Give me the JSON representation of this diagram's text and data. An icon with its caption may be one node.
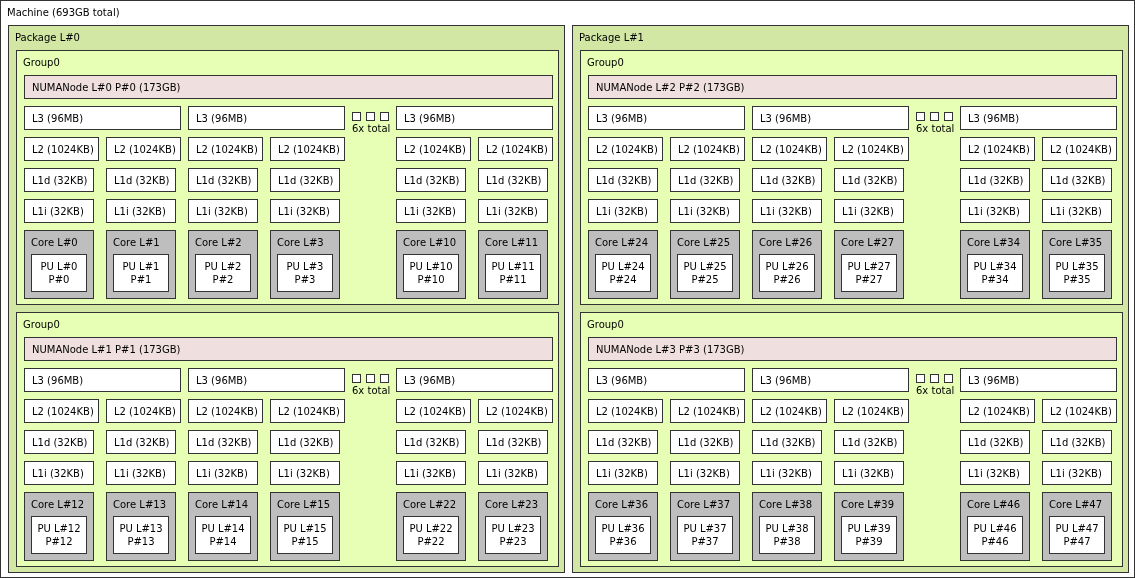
{
  "diagram": {
    "nodes": [
      {
        "text": [
          "Machine (693GB total)"
        ]
      },
      {
        "text": [
          "Package L#0"
        ],
        "in": 0
      },
      {
        "text": [
          "Group0"
        ],
        "in": 1
      },
      {
        "text": [
          "NUMANode L#0 P#0 (173GB)"
        ],
        "in": 2
      },
      {
        "text": [
          "L3 (96MB)"
        ],
        "in": 2
      },
      {
        "text": [
          "L3 (96MB)"
        ],
        "in": 2
      },
      {
        "text": [],
        "shape": "box",
        "in": 2
      },
      {
        "text": [],
        "shape": "box",
        "in": 2
      },
      {
        "text": [],
        "shape": "box",
        "in": 2
      },
      {
        "text": [
          "L3 (96MB)"
        ],
        "in": 2
      },
      {
        "text": [
          "L2 (1024KB)"
        ],
        "in": 2
      },
      {
        "text": [
          "L2 (1024KB)"
        ],
        "in": 2
      },
      {
        "text": [
          "L2 (1024KB)"
        ],
        "in": 2
      },
      {
        "text": [
          "L2 (1024KB)"
        ],
        "in": 2
      },
      {
        "text": [
          "L2 (1024KB)"
        ],
        "in": 2
      },
      {
        "text": [
          "L2 (1024KB)"
        ],
        "in": 2
      },
      {
        "text": [
          "L1d (32KB)"
        ],
        "in": 2
      },
      {
        "text": [
          "L1d (32KB)"
        ],
        "in": 2
      },
      {
        "text": [
          "L1d (32KB)"
        ],
        "in": 2
      },
      {
        "text": [
          "L1d (32KB)"
        ],
        "in": 2
      },
      {
        "text": [
          "L1d (32KB)"
        ],
        "in": 2
      },
      {
        "text": [
          "L1d (32KB)"
        ],
        "in": 2
      },
      {
        "text": [
          "L1i (32KB)"
        ],
        "in": 2
      },
      {
        "text": [
          "L1i (32KB)"
        ],
        "in": 2
      },
      {
        "text": [
          "L1i (32KB)"
        ],
        "in": 2
      },
      {
        "text": [
          "L1i (32KB)"
        ],
        "in": 2
      },
      {
        "text": [
          "L1i (32KB)"
        ],
        "in": 2
      },
      {
        "text": [
          "L1i (32KB)"
        ],
        "in": 2
      },
      {
        "text": [
          "Core L#0"
        ],
        "in": 2
      },
      {
        "text": [
          "PU L#0 P#0"
        ],
        "in": 28
      },
      {
        "text": [
          "Core L#1"
        ],
        "in": 2
      },
      {
        "text": [
          "PU L#1 P#1"
        ],
        "in": 30
      },
      {
        "text": [
          "Core L#2"
        ],
        "in": 2
      },
      {
        "text": [
          "PU L#2 P#2"
        ],
        "in": 32
      },
      {
        "text": [
          "Core L#3"
        ],
        "in": 2
      },
      {
        "text": [
          "PU L#3 P#3"
        ],
        "in": 34
      },
      {
        "text": [
          "Core L#10"
        ],
        "in": 2
      },
      {
        "text": [
          "PU L#10 P#10"
        ],
        "in": 36
      },
      {
        "text": [
          "Core L#11"
        ],
        "in": 2
      },
      {
        "text": [
          "PU L#11 P#11"
        ],
        "in": 38
      },
      {
        "text": [
          "Group0"
        ],
        "in": 1
      },
      {
        "text": [
          "NUMANode L#1 P#1 (173GB)"
        ],
        "in": 40
      },
      {
        "text": [
          "L3 (96MB)"
        ],
        "in": 40
      },
      {
        "text": [
          "L3 (96MB)"
        ],
        "in": 40
      },
      {
        "text": [],
        "shape": "box",
        "in": 40
      },
      {
        "text": [],
        "shape": "box",
        "in": 40
      },
      {
        "text": [],
        "shape": "box",
        "in": 40
      },
      {
        "text": [
          "L3 (96MB)"
        ],
        "in": 40
      },
      {
        "text": [
          "L2 (1024KB)"
        ],
        "in": 40
      },
      {
        "text": [
          "L2 (1024KB)"
        ],
        "in": 40
      },
      {
        "text": [
          "L2 (1024KB)"
        ],
        "in": 40
      },
      {
        "text": [
          "L2 (1024KB)"
        ],
        "in": 40
      },
      {
        "text": [
          "L2 (1024KB)"
        ],
        "in": 40
      },
      {
        "text": [
          "L2 (1024KB)"
        ],
        "in": 40
      },
      {
        "text": [
          "L1d (32KB)"
        ],
        "in": 40
      },
      {
        "text": [
          "L1d (32KB)"
        ],
        "in": 40
      },
      {
        "text": [
          "L1d (32KB)"
        ],
        "in": 40
      },
      {
        "text": [
          "L1d (32KB)"
        ],
        "in": 40
      },
      {
        "text": [
          "L1d (32KB)"
        ],
        "in": 40
      },
      {
        "text": [
          "L1d (32KB)"
        ],
        "in": 40
      },
      {
        "text": [
          "L1i (32KB)"
        ],
        "in": 40
      },
      {
        "text": [
          "L1i (32KB)"
        ],
        "in": 40
      },
      {
        "text": [
          "L1i (32KB)"
        ],
        "in": 40
      },
      {
        "text": [
          "L1i (32KB)"
        ],
        "in": 40
      },
      {
        "text": [
          "L1i (32KB)"
        ],
        "in": 40
      },
      {
        "text": [
          "L1i (32KB)"
        ],
        "in": 40
      },
      {
        "text": [
          "Core L#12"
        ],
        "in": 40
      },
      {
        "text": [
          "PU L#12 P#12"
        ],
        "in": 66
      },
      {
        "text": [
          "Core L#13"
        ],
        "in": 40
      },
      {
        "text": [
          "PU L#13 P#13"
        ],
        "in": 68
      },
      {
        "text": [
          "Core L#14"
        ],
        "in": 40
      },
      {
        "text": [
          "PU L#14 P#14"
        ],
        "in": 70
      },
      {
        "text": [
          "Core L#15"
        ],
        "in": 40
      },
      {
        "text": [
          "PU L#15 P#15"
        ],
        "in": 72
      },
      {
        "text": [
          "Core L#22"
        ],
        "in": 40
      },
      {
        "text": [
          "PU L#22 P#22"
        ],
        "in": 74
      },
      {
        "text": [
          "Core L#23"
        ],
        "in": 40
      },
      {
        "text": [
          "PU L#23 P#23"
        ],
        "in": 76
      },
      {
        "text": [
          "Package L#1"
        ],
        "in": 0
      },
      {
        "text": [
          "Group0"
        ],
        "in": 78
      },
      {
        "text": [
          "NUMANode L#2 P#2 (173GB)"
        ],
        "in": 79
      },
      {
        "text": [
          "L3 (96MB)"
        ],
        "in": 79
      },
      {
        "text": [
          "L3 (96MB)"
        ],
        "in": 79
      },
      {
        "text": [],
        "shape": "box",
        "in": 79
      },
      {
        "text": [],
        "shape": "box",
        "in": 79
      },
      {
        "text": [],
        "shape": "box",
        "in": 79
      },
      {
        "text": [
          "L3 (96MB)"
        ],
        "in": 79
      },
      {
        "text": [
          "L2 (1024KB)"
        ],
        "in": 79
      },
      {
        "text": [
          "L2 (1024KB)"
        ],
        "in": 79
      },
      {
        "text": [
          "L2 (1024KB)"
        ],
        "in": 79
      },
      {
        "text": [
          "L2 (1024KB)"
        ],
        "in": 79
      },
      {
        "text": [
          "L2 (1024KB)"
        ],
        "in": 79
      },
      {
        "text": [
          "L2 (1024KB)"
        ],
        "in": 79
      },
      {
        "text": [
          "L1d (32KB)"
        ],
        "in": 79
      },
      {
        "text": [
          "L1d (32KB)"
        ],
        "in": 79
      },
      {
        "text": [
          "L1d (32KB)"
        ],
        "in": 79
      },
      {
        "text": [
          "L1d (32KB)"
        ],
        "in": 79
      },
      {
        "text": [
          "L1d (32KB)"
        ],
        "in": 79
      },
      {
        "text": [
          "L1d (32KB)"
        ],
        "in": 79
      },
      {
        "text": [
          "L1i (32KB)"
        ],
        "in": 79
      },
      {
        "text": [
          "L1i (32KB)"
        ],
        "in": 79
      },
      {
        "text": [
          "L1i (32KB)"
        ],
        "in": 79
      },
      {
        "text": [
          "L1i (32KB)"
        ],
        "in": 79
      },
      {
        "text": [
          "L1i (32KB)"
        ],
        "in": 79
      },
      {
        "text": [
          "L1i (32KB)"
        ],
        "in": 79
      },
      {
        "text": [
          "Core L#24"
        ],
        "in": 79
      },
      {
        "text": [
          "PU L#24 P#24"
        ],
        "in": 105
      },
      {
        "text": [
          "Core L#25"
        ],
        "in": 79
      },
      {
        "text": [
          "PU L#25 P#25"
        ],
        "in": 107
      },
      {
        "text": [
          "Core L#26"
        ],
        "in": 79
      },
      {
        "text": [
          "PU L#26 P#26"
        ],
        "in": 109
      },
      {
        "text": [
          "Core L#27"
        ],
        "in": 79
      },
      {
        "text": [
          "PU L#27 P#27"
        ],
        "in": 111
      },
      {
        "text": [
          "Core L#34"
        ],
        "in": 79
      },
      {
        "text": [
          "PU L#34 P#34"
        ],
        "in": 113
      },
      {
        "text": [
          "Core L#35"
        ],
        "in": 79
      },
      {
        "text": [
          "PU L#35 P#35"
        ],
        "in": 115
      },
      {
        "text": [
          "Group0"
        ],
        "in": 78
      },
      {
        "text": [
          "NUMANode L#3 P#3 (173GB)"
        ],
        "in": 117
      },
      {
        "text": [
          "L3 (96MB)"
        ],
        "in": 117
      },
      {
        "text": [
          "L3 (96MB)"
        ],
        "in": 117
      },
      {
        "text": [],
        "shape": "box",
        "in": 117
      },
      {
        "text": [],
        "shape": "box",
        "in": 117
      },
      {
        "text": [],
        "shape": "box",
        "in": 117
      },
      {
        "text": [
          "L3 (96MB)"
        ],
        "in": 117
      },
      {
        "text": [
          "L2 (1024KB)"
        ],
        "in": 117
      },
      {
        "text": [
          "L2 (1024KB)"
        ],
        "in": 117
      },
      {
        "text": [
          "L2 (1024KB)"
        ],
        "in": 117
      },
      {
        "text": [
          "L2 (1024KB)"
        ],
        "in": 117
      },
      {
        "text": [
          "L2 (1024KB)"
        ],
        "in": 117
      },
      {
        "text": [
          "L2 (1024KB)"
        ],
        "in": 117
      },
      {
        "text": [
          "L1d (32KB)"
        ],
        "in": 117
      },
      {
        "text": [
          "L1d (32KB)"
        ],
        "in": 117
      },
      {
        "text": [
          "L1d (32KB)"
        ],
        "in": 117
      },
      {
        "text": [
          "L1d (32KB)"
        ],
        "in": 117
      },
      {
        "text": [
          "L1d (32KB)"
        ],
        "in": 117
      },
      {
        "text": [
          "L1d (32KB)"
        ],
        "in": 117
      },
      {
        "text": [
          "L1i (32KB)"
        ],
        "in": 117
      },
      {
        "text": [
          "L1i (32KB)"
        ],
        "in": 117
      },
      {
        "text": [
          "L1i (32KB)"
        ],
        "in": 117
      },
      {
        "text": [
          "L1i (32KB)"
        ],
        "in": 117
      },
      {
        "text": [
          "L1i (32KB)"
        ],
        "in": 117
      },
      {
        "text": [
          "L1i (32KB)"
        ],
        "in": 117
      },
      {
        "text": [
          "Core L#36"
        ],
        "in": 117
      },
      {
        "text": [
          "PU L#36 P#36"
        ],
        "in": 143
      },
      {
        "text": [
          "Core L#37"
        ],
        "in": 117
      },
      {
        "text": [
          "PU L#37 P#37"
        ],
        "in": 145
      },
      {
        "text": [
          "Core L#38"
        ],
        "in": 117
      },
      {
        "text": [
          "PU L#38 P#38"
        ],
        "in": 147
      },
      {
        "text": [
          "Core L#39"
        ],
        "in": 117
      },
      {
        "text": [
          "PU L#39 P#39"
        ],
        "in": 149
      },
      {
        "text": [
          "Core L#46"
        ],
        "in": 117
      },
      {
        "text": [
          "PU L#46 P#46"
        ],
        "in": 151
      },
      {
        "text": [
          "Core L#47"
        ],
        "in": 117
      },
      {
        "text": [
          "PU L#47 P#47"
        ],
        "in": 153
      }
    ],
    "labels": [
      "6x total",
      "6x total",
      "6x total",
      "6x total"
    ]
  }
}
